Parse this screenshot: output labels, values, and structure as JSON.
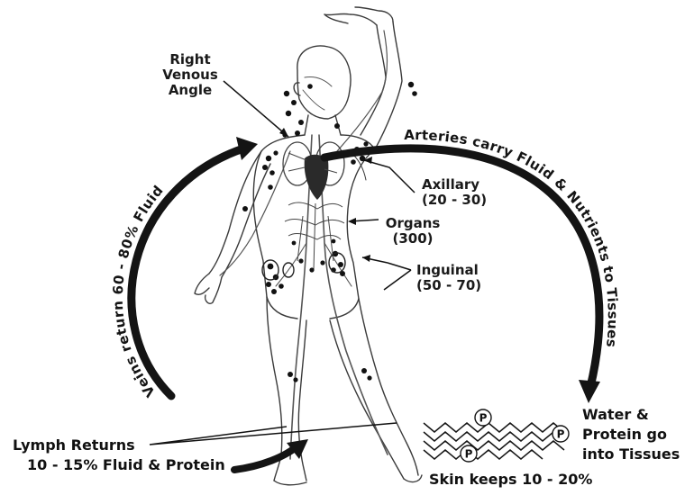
{
  "labels": {
    "venous_angle": [
      "Right",
      "Venous",
      "Angle"
    ],
    "axillary": [
      "Axillary",
      "(20 - 30)"
    ],
    "organs": [
      "Organs",
      "(300)"
    ],
    "inguinal": [
      "Inguinal",
      "(50 - 70)"
    ],
    "lymph_returns": [
      "Lymph Returns",
      "10 - 15% Fluid & Protein"
    ],
    "water_protein": [
      "Water &",
      "Protein go",
      "into Tissues"
    ],
    "skin_keeps": "Skin keeps 10 - 20%"
  },
  "arcs": {
    "veins": "Veins return 60 - 80% Fluid",
    "arteries": "Arteries carry Fluid & Nutrients to Tissues"
  },
  "protein_marker": "P",
  "colors": {
    "ink": "#141414",
    "body_outline": "#3a3a3a",
    "vessel": "#555555"
  }
}
